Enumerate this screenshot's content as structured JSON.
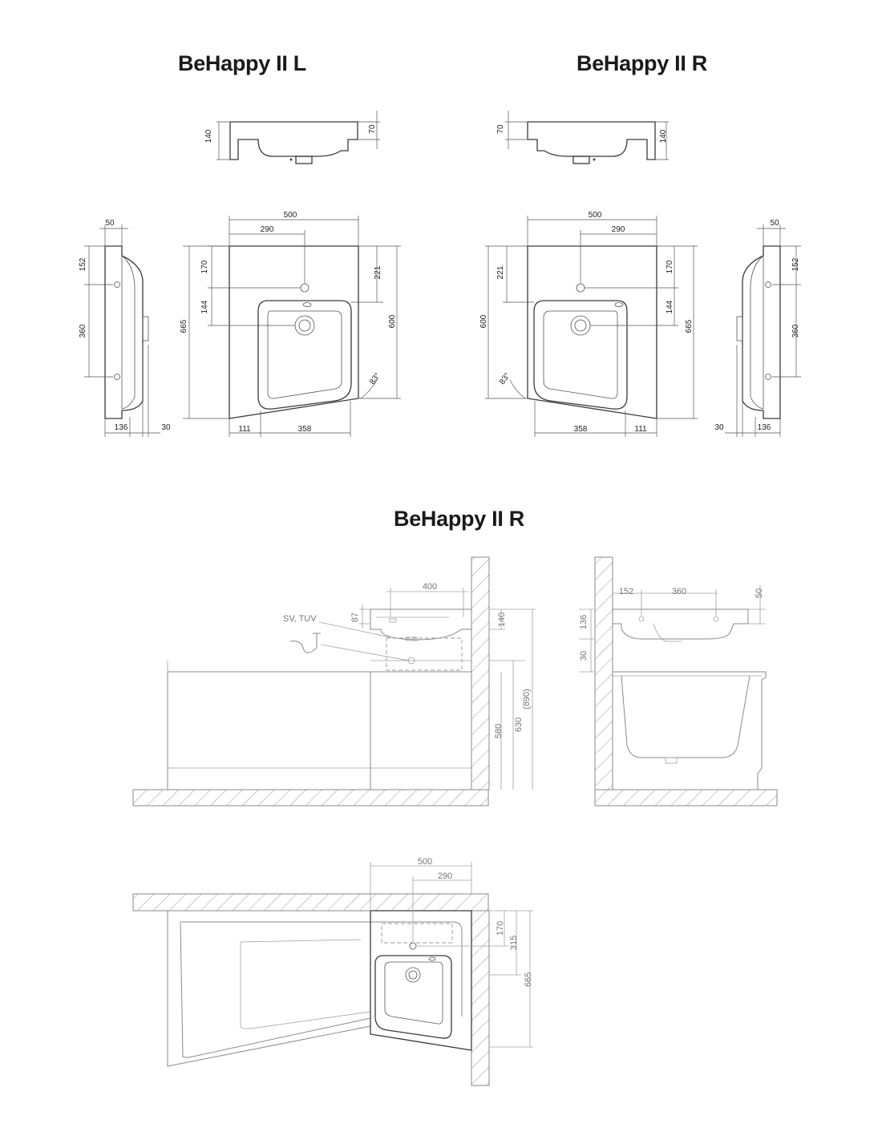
{
  "titles": {
    "left_top": "BeHappy II L",
    "right_top": "BeHappy II R",
    "bottom": "BeHappy II R"
  },
  "label_sv_tuv": "SV, TUV",
  "dims_left": {
    "top_140": "140",
    "top_70": "70",
    "w500": "500",
    "w290": "290",
    "h170": "170",
    "h144": "144",
    "h665": "665",
    "h221": "221",
    "h600": "600",
    "angle": "83°",
    "b111": "111",
    "b358": "358",
    "s50": "50",
    "s152": "152",
    "s360": "360",
    "s136": "136",
    "s30": "30"
  },
  "dims_right": {
    "top_70": "70",
    "top_140": "140",
    "w500": "500",
    "w290": "290",
    "h221": "221",
    "h600": "600",
    "h170": "170",
    "h144": "144",
    "h665": "665",
    "angle": "83°",
    "b358": "358",
    "b111": "111",
    "s50": "50",
    "s152": "152",
    "s360": "360",
    "s136": "136",
    "s30": "30"
  },
  "dims_install_front": {
    "w400": "400",
    "h87": "87",
    "h140": "140",
    "h580": "580",
    "h630": "630",
    "h890": "(890)"
  },
  "dims_install_side": {
    "w152": "152",
    "w360": "360",
    "h50": "50",
    "h136": "136",
    "h30": "30"
  },
  "dims_install_plan": {
    "w500": "500",
    "w290": "290",
    "h170": "170",
    "h315": "315",
    "h665": "665"
  }
}
